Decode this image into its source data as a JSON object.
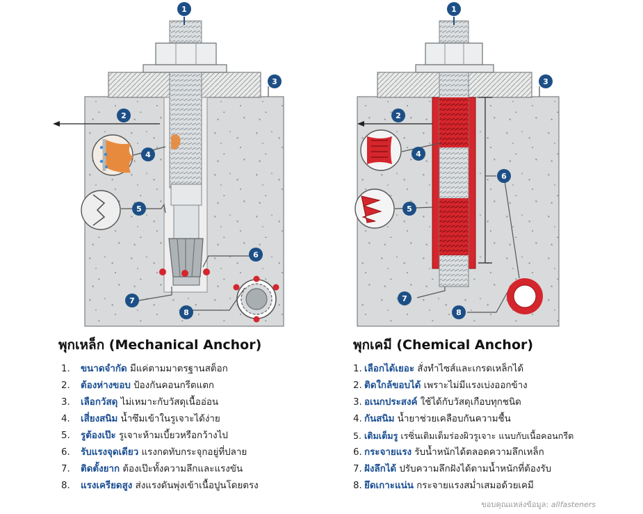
{
  "left": {
    "title": "พุกเหล็ก (Mechanical Anchor)",
    "items": [
      {
        "num": "1.",
        "kw": "ขนาดจำกัด",
        "text": " มีแค่ตามมาตรฐานสต็อก"
      },
      {
        "num": "2.",
        "kw": "ต้องห่างขอบ",
        "text": " ป้องกันคอนกรีตแตก"
      },
      {
        "num": "3.",
        "kw": "เลือกวัสดุ",
        "text": " ไม่เหมาะกับวัสดุเนื้ออ่อน"
      },
      {
        "num": "4.",
        "kw": "เสี่ยงสนิม",
        "text": " น้ำซึมเข้าในรูเจาะได้ง่าย"
      },
      {
        "num": "5.",
        "kw": "รูต้องเป๊ะ",
        "text": " รูเจาะห้ามเบี้ยวหรือกว้างไป"
      },
      {
        "num": "6.",
        "kw": "รับแรงจุดเดียว",
        "text": " แรงกดทับกระจุกอยู่ที่ปลาย"
      },
      {
        "num": "7.",
        "kw": "ติดตั้งยาก",
        "text": " ต้องเป๊ะทั้งความลึกและแรงขัน"
      },
      {
        "num": "8.",
        "kw": "แรงเครียดสูง",
        "text": " ส่งแรงดันพุ่งเข้าเนื้อปูนโดยตรง"
      }
    ]
  },
  "right": {
    "title": "พุกเคมี (Chemical Anchor)",
    "items": [
      {
        "num": "1.",
        "kw": "เลือกได้เยอะ",
        "text": " สั่งทำไซส์และเกรดเหล็กได้"
      },
      {
        "num": "2.",
        "kw": "ติดใกล้ขอบได้",
        "text": " เพราะไม่มีแรงเบ่งออกข้าง"
      },
      {
        "num": "3.",
        "kw": "อเนกประสงค์",
        "text": " ใช้ได้กับวัสดุเกือบทุกชนิด"
      },
      {
        "num": "4.",
        "kw": "กันสนิม",
        "text": " น้ำยาช่วยเคลือบกันความชื้น"
      },
      {
        "num": "5.",
        "kw": "เติมเต็มรู",
        "text": " เรซิ่นเติมเต็มร่องผิวรูเจาะ แนบกับเนื้อคอนกรีต"
      },
      {
        "num": "6.",
        "kw": "กระจายแรง",
        "text": " รับน้ำหนักได้ตลอดความลึกเหล็ก"
      },
      {
        "num": "7.",
        "kw": "ฝังลึกได้",
        "text": " ปรับความลึกฝังได้ตามน้ำหนักที่ต้องรับ"
      },
      {
        "num": "8.",
        "kw": "ยึดเกาะแน่น",
        "text": " กระจายแรงสม่ำเสมอด้วยเคมี"
      }
    ]
  },
  "badges": [
    "1",
    "2",
    "3",
    "4",
    "5",
    "6",
    "7",
    "8"
  ],
  "credit": {
    "prefix": "ขอบคุณแหล่งข้อมูล: ",
    "source": "allfasteners"
  },
  "colors": {
    "badge": "#1d4f86",
    "concrete": "#d8dadb",
    "resin": "#d4262c",
    "keyword": "#1b4f93",
    "steel": "#c9ccce"
  }
}
